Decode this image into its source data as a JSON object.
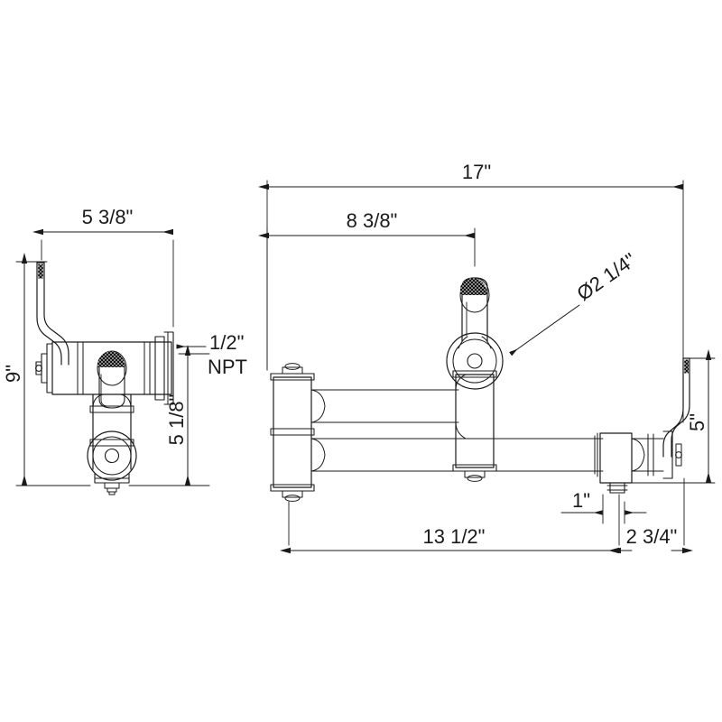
{
  "drawing": {
    "title": "Wall Mount Pot Filler Faucet Dimensional Drawing",
    "units": "inches",
    "line_color": "#1a1a1a",
    "fill_color": "#ffffff",
    "background": "#ffffff",
    "views": [
      {
        "name": "side-view",
        "label": ""
      },
      {
        "name": "front-view",
        "label": ""
      }
    ]
  },
  "dimensions": {
    "side_view": {
      "width": "5 3/8\"",
      "height": "9\"",
      "valve_height": "5 1/8\"",
      "inlet_thread": "1/2\"",
      "inlet_thread_2": "NPT"
    },
    "front_view": {
      "overall_reach": "17\"",
      "first_joint": "8 3/8\"",
      "handle_diameter": "Ø2 1/4\"",
      "arm_length": "13 1/2\"",
      "spout_offset": "2 3/4\"",
      "spout_gap": "1\"",
      "spout_height": "5\""
    }
  }
}
